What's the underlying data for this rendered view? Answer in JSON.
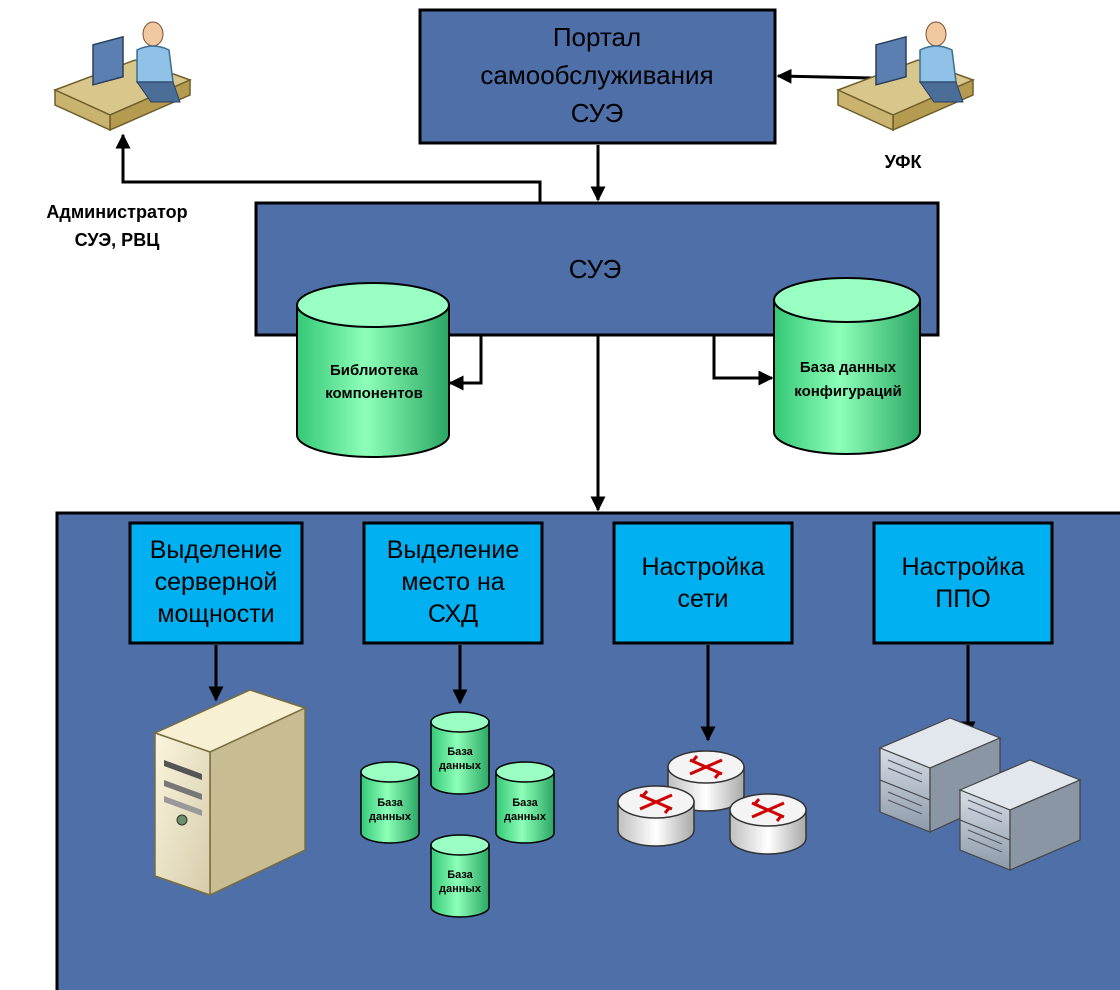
{
  "portal": {
    "lines": [
      "Портал",
      "самообслуживания",
      "СУЭ"
    ]
  },
  "suz": {
    "label": "СУЭ"
  },
  "library": {
    "lines": [
      "Библиотека",
      "компонентов"
    ]
  },
  "config_db": {
    "lines": [
      "База данных",
      "конфигураций"
    ]
  },
  "admin": {
    "lines": [
      "Администратор",
      "СУЭ, РВЦ"
    ]
  },
  "ufk": {
    "label": "УФК"
  },
  "tasks": [
    {
      "lines": [
        "Выделение",
        "серверной",
        "мощности"
      ]
    },
    {
      "lines": [
        "Выделение",
        "место на",
        "СХД"
      ]
    },
    {
      "lines": [
        "Настройка",
        "сети"
      ]
    },
    {
      "lines": [
        "Настройка",
        "ППО"
      ]
    }
  ],
  "storage_dbs": [
    {
      "lines": [
        "База",
        "данных"
      ]
    },
    {
      "lines": [
        "База",
        "данных"
      ]
    },
    {
      "lines": [
        "База",
        "данных"
      ]
    },
    {
      "lines": [
        "База",
        "данных"
      ]
    }
  ],
  "colors": {
    "box_fill": "#4f6fa8",
    "task_fill": "#00b0f0",
    "cylinder_fill": "#66ff99",
    "cylinder_dark": "#2db36a"
  }
}
